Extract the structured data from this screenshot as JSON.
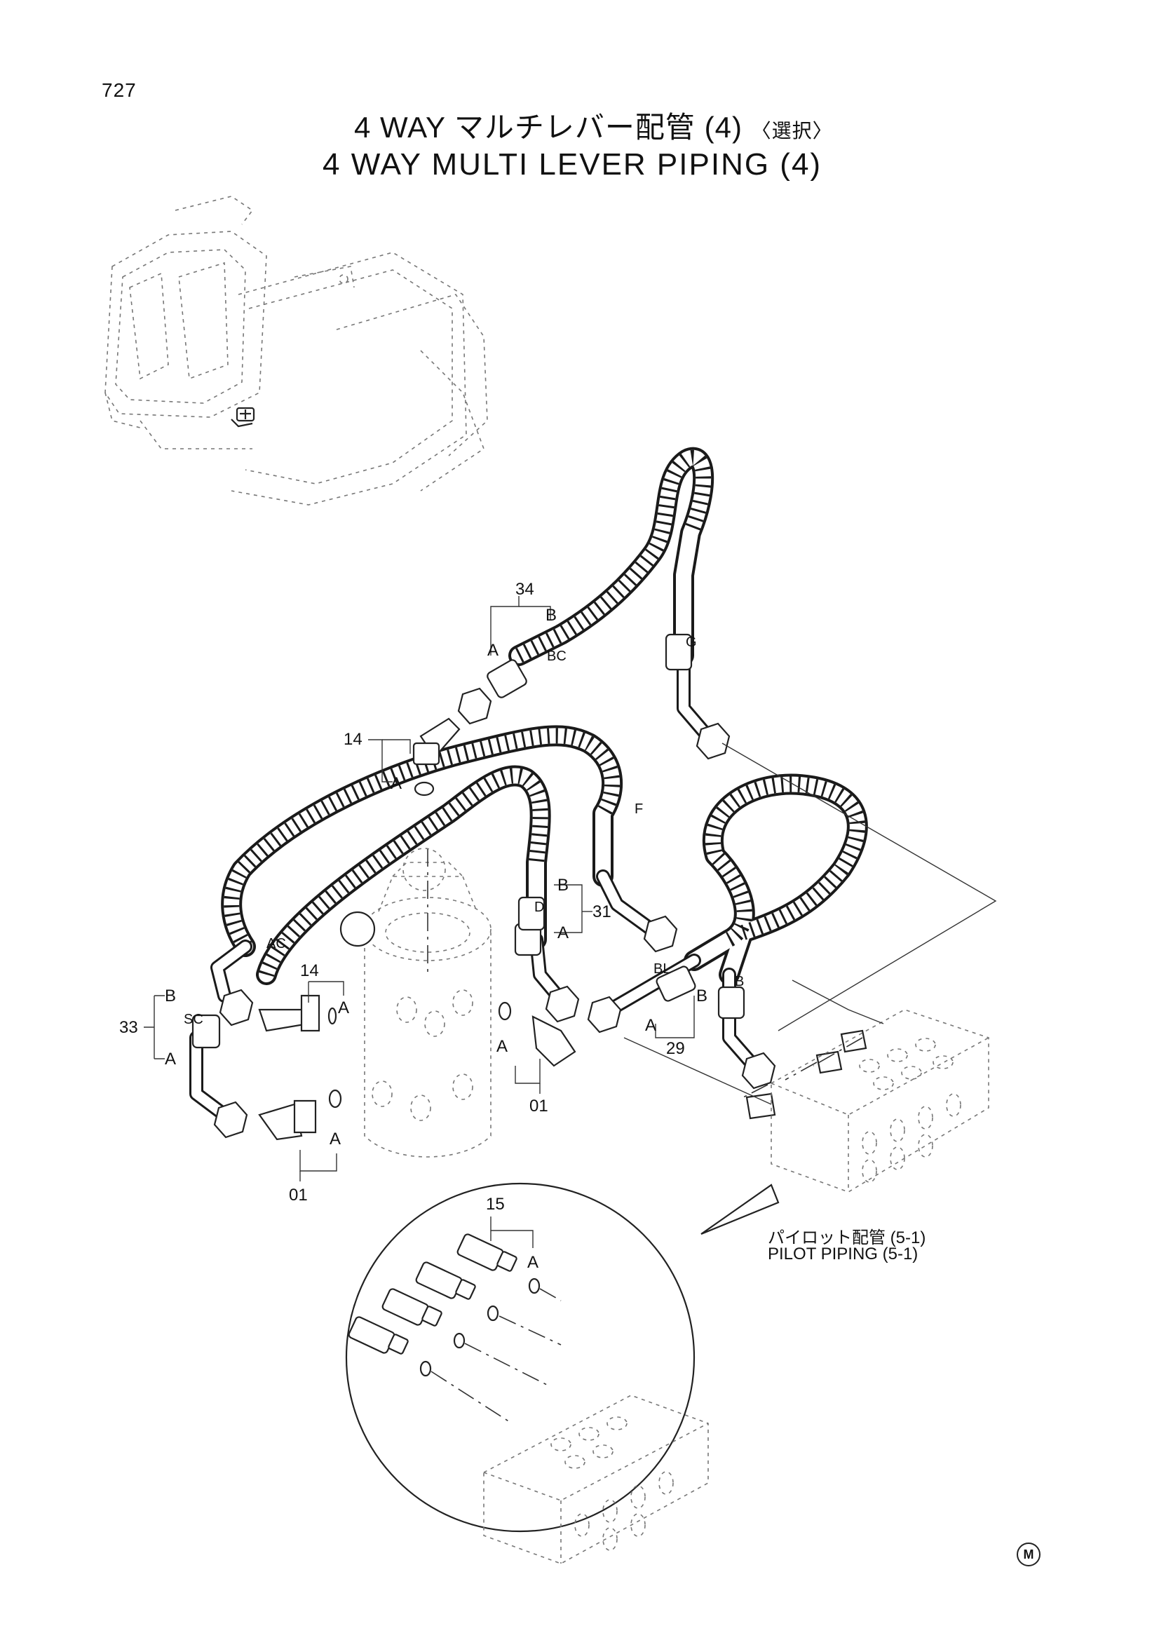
{
  "page": {
    "number": "727"
  },
  "title": {
    "japanese": "4 WAY マルチレバー配管 (4)",
    "japanese_note": "〈選択〉",
    "english": "4 WAY MULTI LEVER PIPING (4)"
  },
  "callouts": {
    "c34": "34",
    "c34_a": "A",
    "c34_b": "B",
    "c34_bc": "BC",
    "c34_g": "G",
    "c14_top": "14",
    "c14_top_a": "A",
    "c31": "31",
    "c31_b": "B",
    "c31_a": "A",
    "c31_d": "D",
    "c31_f": "F",
    "c_ac": "AC",
    "c14_mid": "14",
    "c14_mid_a": "A",
    "c33": "33",
    "c33_b": "B",
    "c33_a": "A",
    "c33_sc": "SC",
    "c01_mid": "01",
    "c01_mid_a": "A",
    "c01_bottom": "01",
    "c01_bottom_a": "A",
    "c29": "29",
    "c29_a": "A",
    "c29_b": "B",
    "c29_bl": "BL",
    "c29_hose_b": "B",
    "c15": "15",
    "c15_a": "A"
  },
  "subassembly": {
    "japanese": "パイロット配管 (5-1)",
    "english": "PILOT PIPING (5-1)"
  },
  "corner_mark": "M"
}
